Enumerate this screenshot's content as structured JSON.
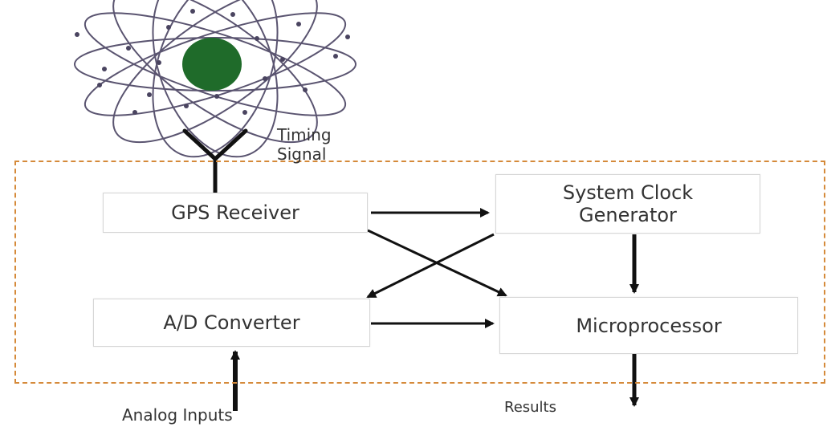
{
  "labels": {
    "timing_signal_line1": "Timing",
    "timing_signal_line2": "Signal",
    "analog_inputs": "Analog Inputs",
    "results": "Results"
  },
  "blocks": {
    "gps_receiver": "GPS Receiver",
    "system_clock_line1": "System Clock",
    "system_clock_line2": "Generator",
    "ad_converter": "A/D Converter",
    "microprocessor": "Microprocessor"
  },
  "colors": {
    "frame": "#d58a3a",
    "satellite_core": "#1f6b2a",
    "orbits": "#5a5470",
    "arrows": "#111111"
  },
  "icons": {
    "satellite_constellation": "gps-satellite-constellation-icon",
    "antenna": "antenna-icon"
  }
}
